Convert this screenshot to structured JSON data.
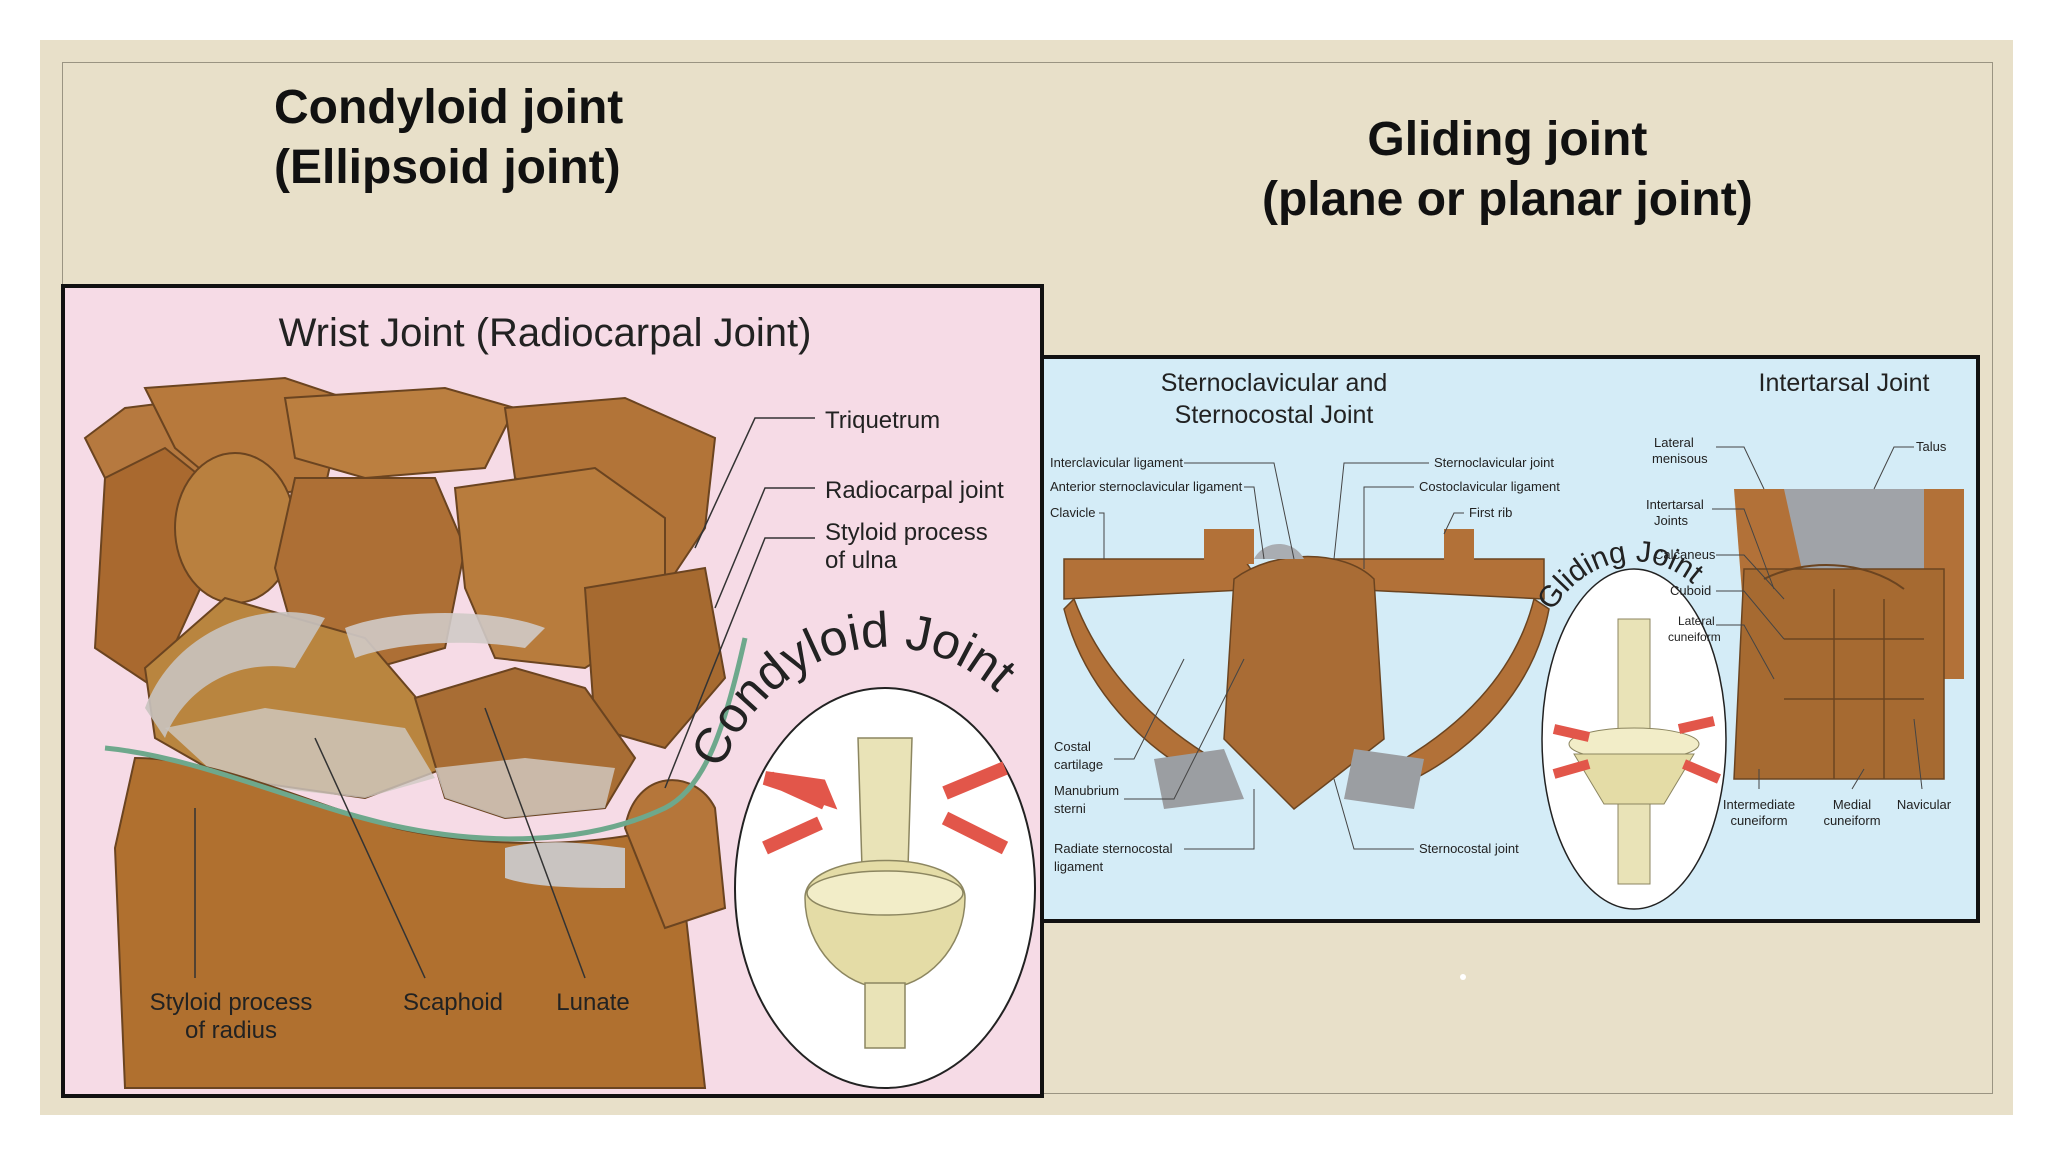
{
  "left_title": {
    "line1": "Condyloid joint",
    "line2": "(Ellipsoid joint)"
  },
  "right_title": {
    "line1": "Gliding joint",
    "line2": "(plane or planar joint)"
  },
  "wrist_diagram": {
    "heading": "Wrist Joint (Radiocarpal Joint)",
    "labels": {
      "triquetrum": "Triquetrum",
      "radiocarpal_joint": "Radiocarpal joint",
      "styloid_ulna_1": "Styloid process",
      "styloid_ulna_2": "of ulna",
      "styloid_radius_1": "Styloid process",
      "styloid_radius_2": "of radius",
      "scaphoid": "Scaphoid",
      "lunate": "Lunate"
    },
    "badge": "Condyloid Joint"
  },
  "sterno_diagram": {
    "heading_1": "Sternoclavicular and",
    "heading_2": "Sternocostal Joint",
    "intertarsal_heading": "Intertarsal Joint",
    "labels": {
      "interclavicular": "Interclavicular ligament",
      "anterior_sterno": "Anterior sternoclavicular ligament",
      "clavicle": "Clavicle",
      "sternoclavicular_joint": "Sternoclavicular joint",
      "costoclavicular": "Costoclavicular ligament",
      "first_rib": "First rib",
      "costal_1": "Costal",
      "costal_2": "cartilage",
      "manubrium_1": "Manubrium",
      "manubrium_2": "sterni",
      "radiate_1": "Radiate sternocostal",
      "radiate_2": "ligament",
      "sternocostal_joint": "Sternocostal joint",
      "lateral_menisous_1": "Lateral",
      "lateral_menisous_2": "menisous",
      "talus": "Talus",
      "intertarsal_1": "Intertarsal",
      "intertarsal_2": "Joints",
      "calcaneus": "Calcaneus",
      "cuboid": "Cuboid",
      "lat_cuneiform_1": "Lateral",
      "lat_cuneiform_2": "cuneiform",
      "intermediate_1": "Intermediate",
      "intermediate_2": "cuneiform",
      "medial_1": "Medial",
      "medial_2": "cuneiform",
      "navicular": "Navicular"
    },
    "badge": "Gliding Joint"
  }
}
